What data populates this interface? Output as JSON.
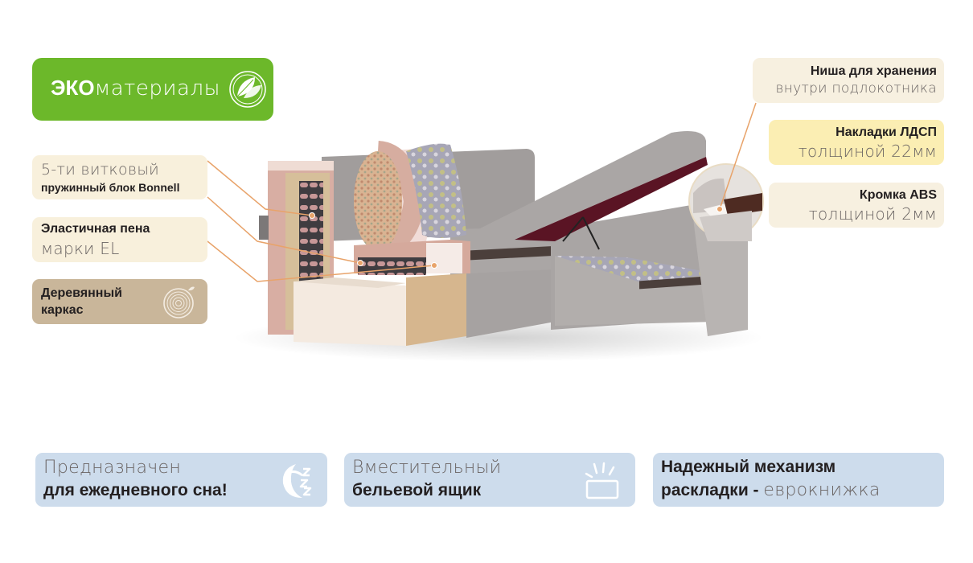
{
  "eco_badge": {
    "bold": "ЭКО",
    "light": "материалы",
    "icon": "leaf-icon",
    "color": "#6cb82a"
  },
  "left_labels": [
    {
      "line1": "5-ти витковый",
      "line2": "пружинный блок Bonnell",
      "color": "#f8f0dc"
    },
    {
      "line1": "Эластичная пена",
      "line2": "марки EL",
      "color": "#f8f0dc"
    },
    {
      "line1": "Деревянный",
      "line2": "каркас",
      "icon": "tree-ring-icon",
      "color": "#c9b69a"
    }
  ],
  "right_labels": [
    {
      "line1": "Ниша для хранения",
      "line2": "внутри подлокотника",
      "color": "#f7f0e0"
    },
    {
      "line1": "Накладки ЛДСП",
      "line2": "толщиной 22мм",
      "color": "#fbeeb3"
    },
    {
      "line1": "Кромка ABS",
      "line2": "толщиной 2мм",
      "color": "#f7f0e0"
    }
  ],
  "features": [
    {
      "line1": "Предназначен",
      "line2": "для ежедневного сна!",
      "icon": "moon-sleep-icon"
    },
    {
      "line1": "Вместительный",
      "line2": "бельевой ящик",
      "icon": "open-box-icon"
    },
    {
      "line1": "Надежный механизм",
      "line2_bold": "раскладки - ",
      "line2_light": "еврокнижка"
    }
  ],
  "colors": {
    "feature_bg": "#cddcec",
    "connector": "#e8a36a",
    "sofa_gray": "#a8a4a3",
    "sofa_pink": "#d8aea3",
    "lid_lining": "#5a1424"
  }
}
